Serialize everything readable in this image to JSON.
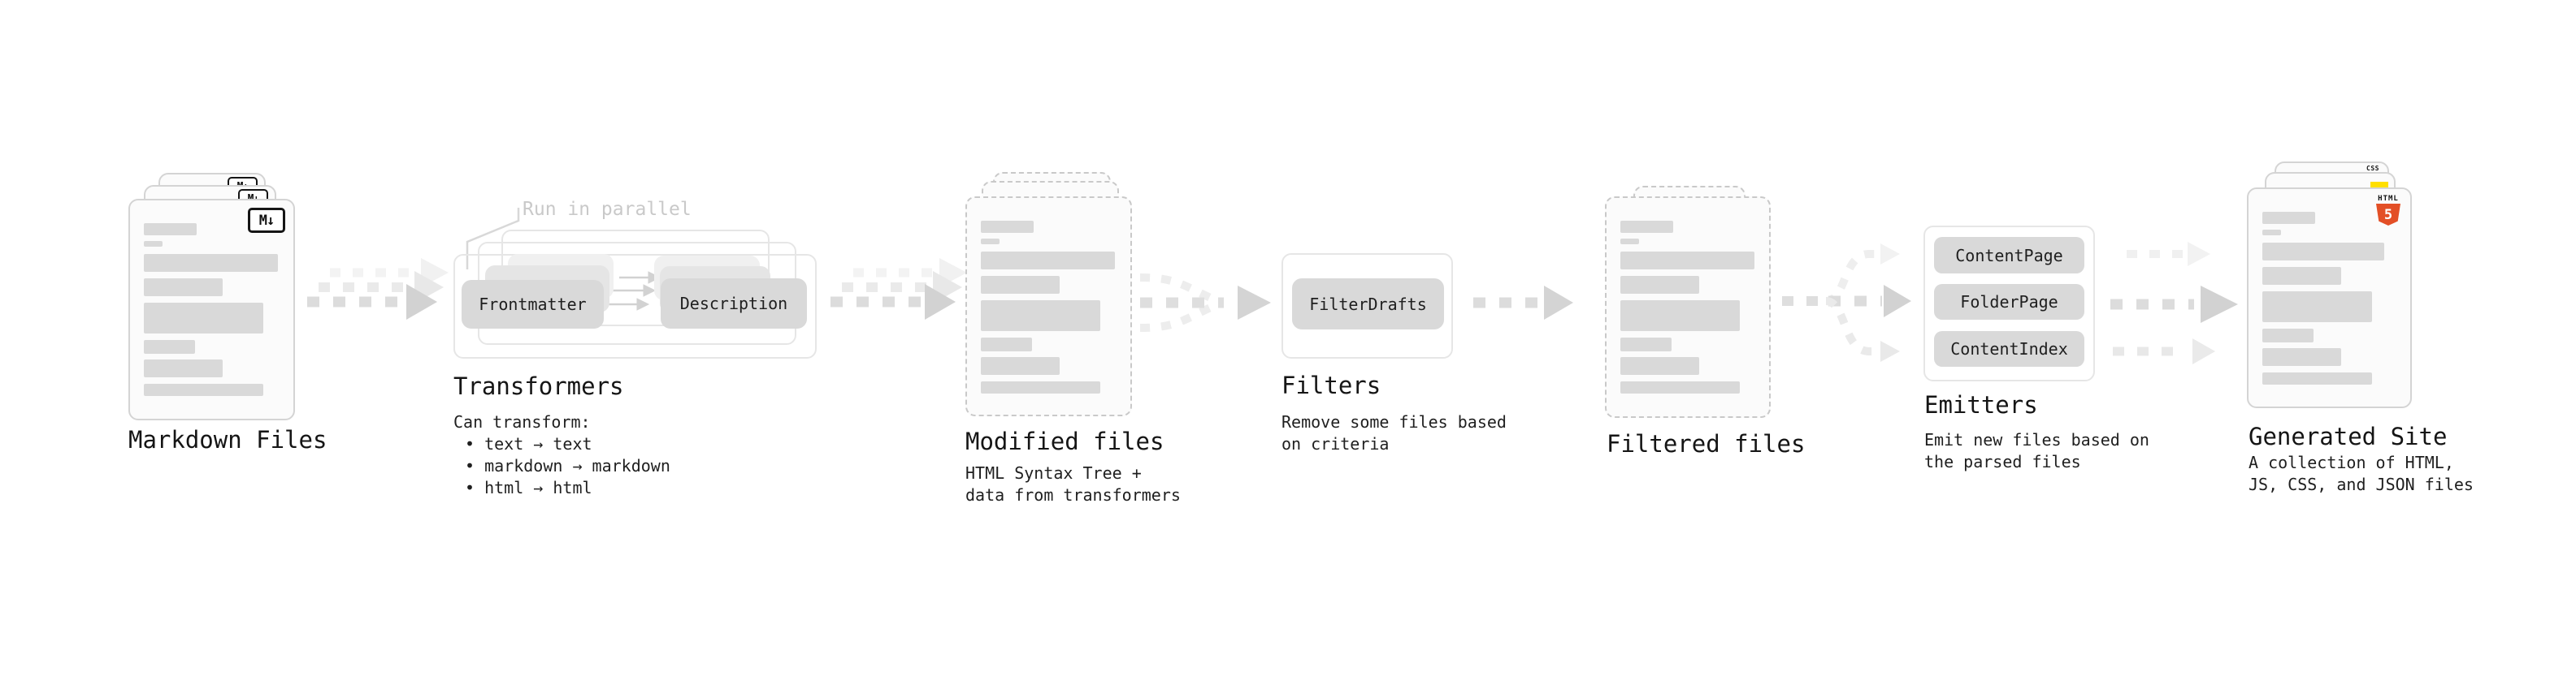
{
  "stages": {
    "markdown_files": {
      "title": "Markdown Files",
      "badge": "M↓"
    },
    "transformers": {
      "title": "Transformers",
      "note": "Run in parallel",
      "transformer_boxes": [
        "Frontmatter",
        "Description"
      ],
      "description_heading": "Can transform:",
      "capabilities": [
        "• text → text",
        "• markdown → markdown",
        "• html → html"
      ]
    },
    "modified_files": {
      "title": "Modified files",
      "subtitle": "HTML Syntax Tree +\ndata from transformers"
    },
    "filters": {
      "title": "Filters",
      "filter_box": "FilterDrafts",
      "subtitle": "Remove some files based\non criteria"
    },
    "filtered_files": {
      "title": "Filtered files"
    },
    "emitters": {
      "title": "Emitters",
      "emitter_boxes": [
        "ContentPage",
        "FolderPage",
        "ContentIndex"
      ],
      "subtitle": "Emit new files based on\nthe parsed files"
    },
    "generated_site": {
      "title": "Generated Site",
      "subtitle": "A collection of HTML,\nJS, CSS, and JSON files",
      "badges": {
        "html_word": "HTML",
        "html5_number": "5",
        "css_word": "CSS"
      }
    }
  },
  "colors": {
    "html5_orange": "#e34f26",
    "js_yellow": "#ffdf00",
    "css_blue": "#2965f1",
    "box_fill": "#d9d9d9"
  }
}
